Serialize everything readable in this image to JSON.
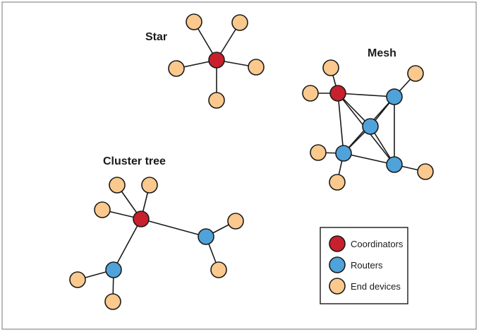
{
  "colors": {
    "coordinator": "#c8202c",
    "router": "#4fa3da",
    "end_device": "#fbc98d"
  },
  "titles": {
    "star": "Star",
    "mesh": "Mesh",
    "cluster_tree": "Cluster tree"
  },
  "legend": {
    "coordinators": "Coordinators",
    "routers": "Routers",
    "end_devices": "End devices"
  }
}
